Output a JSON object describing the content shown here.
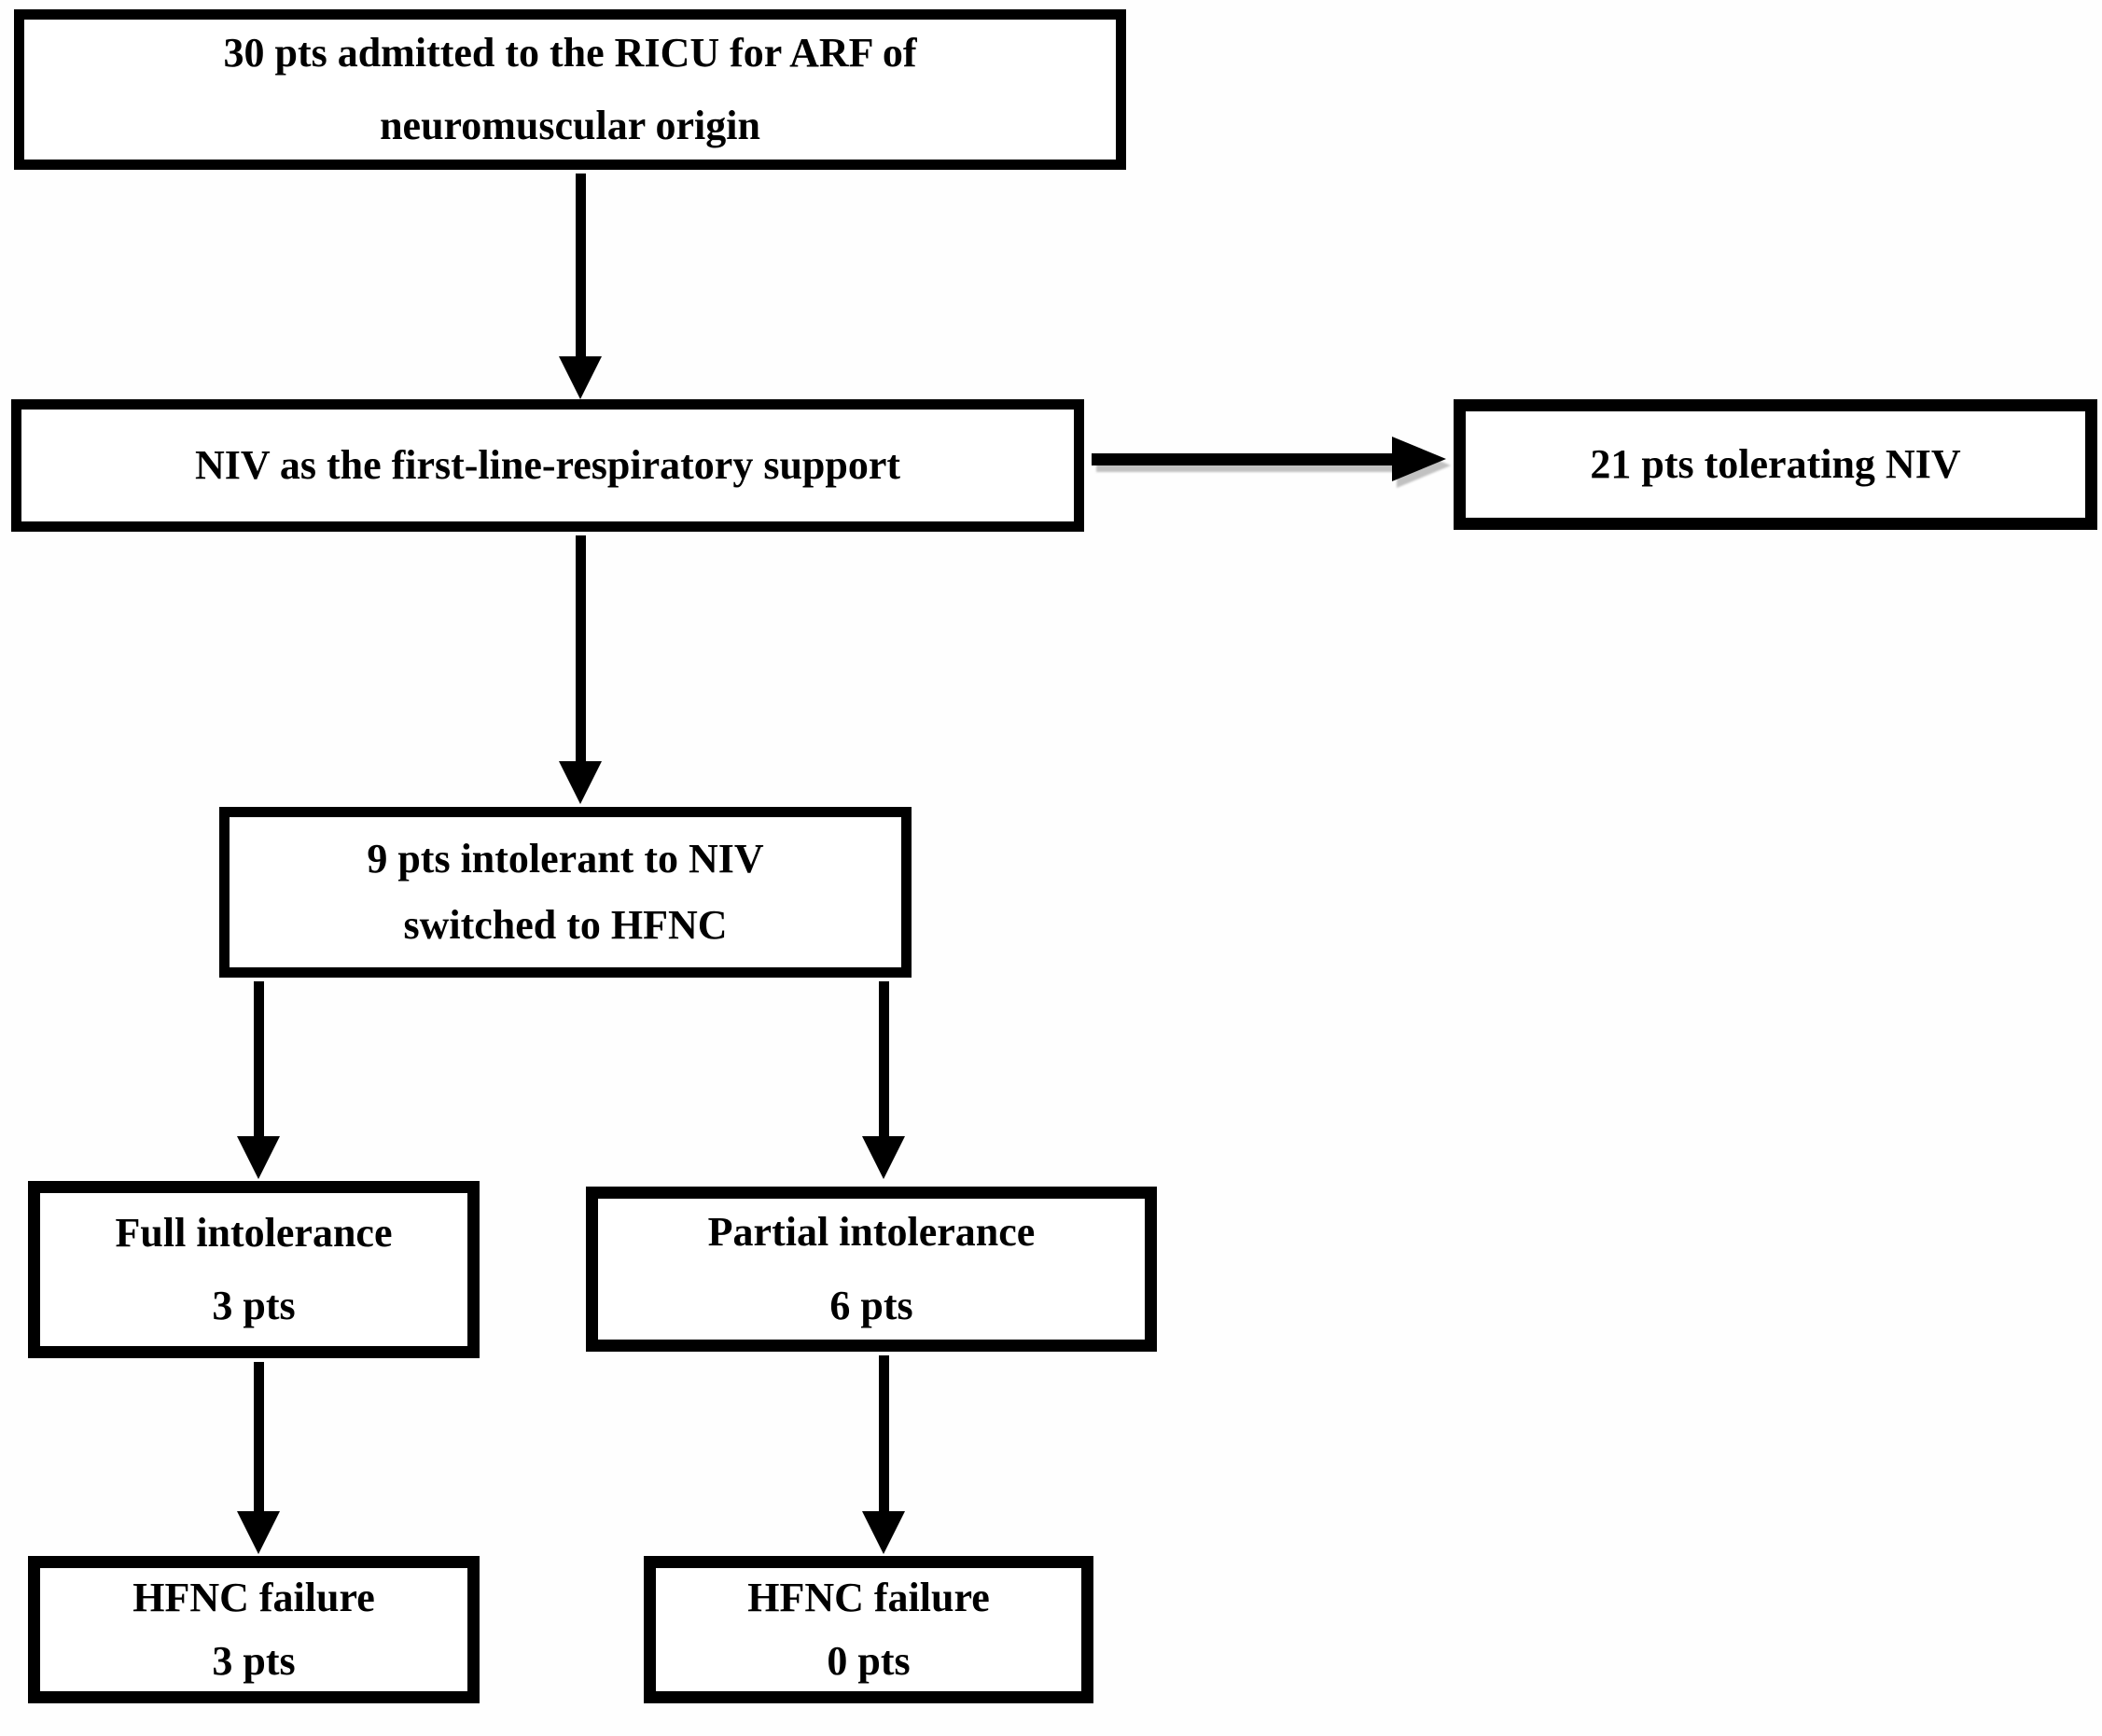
{
  "figure": {
    "type": "flowchart",
    "description": "Patient flow diagram for NIV/HFNC respiratory support study",
    "colors": {
      "background": "#ffffff",
      "box_border": "#000000",
      "text": "#000000",
      "arrow": "#000000"
    }
  },
  "nodes": {
    "admitted": {
      "line1": "30 pts admitted to the RICU for ARF of",
      "line2": "neuromuscular origin"
    },
    "niv_support": {
      "line1": "NIV as the first-line-respiratory support"
    },
    "tolerating_niv": {
      "line1": "21 pts tolerating NIV"
    },
    "intolerant_switched": {
      "line1": "9 pts intolerant to NIV",
      "line2": "switched to HFNC"
    },
    "full_intolerance": {
      "line1": "Full intolerance",
      "line2": "3 pts"
    },
    "partial_intolerance": {
      "line1": "Partial intolerance",
      "line2": "6 pts"
    },
    "hfnc_failure_full": {
      "line1": "HFNC failure",
      "line2": "3 pts"
    },
    "hfnc_failure_partial": {
      "line1": "HFNC failure",
      "line2": "0 pts"
    }
  },
  "edges": [
    {
      "from": "admitted",
      "to": "niv_support",
      "direction": "down"
    },
    {
      "from": "niv_support",
      "to": "tolerating_niv",
      "direction": "right"
    },
    {
      "from": "niv_support",
      "to": "intolerant_switched",
      "direction": "down"
    },
    {
      "from": "intolerant_switched",
      "to": "full_intolerance",
      "direction": "down"
    },
    {
      "from": "intolerant_switched",
      "to": "partial_intolerance",
      "direction": "down"
    },
    {
      "from": "full_intolerance",
      "to": "hfnc_failure_full",
      "direction": "down"
    },
    {
      "from": "partial_intolerance",
      "to": "hfnc_failure_partial",
      "direction": "down"
    }
  ]
}
